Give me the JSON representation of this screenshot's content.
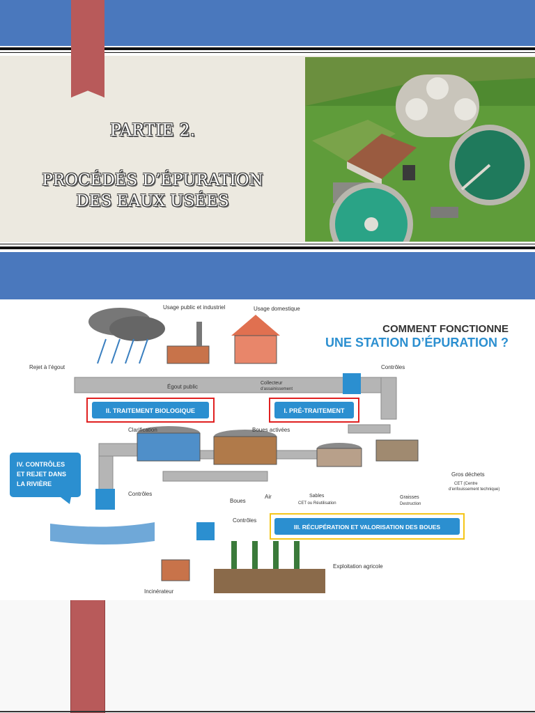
{
  "title": {
    "part": "PARTIE 2.",
    "line1": "PROCÉDÉS D’ÉPURATION",
    "line2": "DES EAUX USÉES"
  },
  "infographic": {
    "heading_line1": "COMMENT FONCTIONNE",
    "heading_line2": "UNE STATION D’ÉPURATION ?",
    "labels": {
      "usage_public": "Usage public et industriel",
      "usage_domestique": "Usage domestique",
      "rejet_egout": "Rejet à l’égout",
      "egout_public": "Égout public",
      "collecteur": "Collecteur",
      "collecteur_sub": "d’assainissement",
      "controles_top": "Contrôles",
      "clarification": "Clarification",
      "boues_activees": "Boues activées",
      "gros_dechets": "Gros déchets",
      "cet1": "CET (Centre",
      "cet2": "d’enfouissement technique)",
      "controles_left": "Contrôles",
      "boues": "Boues",
      "air": "Air",
      "sables": "Sables",
      "sables_sub": "CET ou Réutilisation",
      "graisses": "Graisses",
      "graisses_sub": "Destruction",
      "controles_bottom": "Contrôles",
      "exploitation": "Exploitation agricole",
      "incinerateur": "Incinérateur"
    },
    "boxes": {
      "biologique": "II. TRAITEMENT BIOLOGIQUE",
      "pretraitement": "I. PRÉ-TRAITEMENT",
      "recuperation": "III. RÉCUPÉRATION ET VALORISATION DES BOUES",
      "controles_line1": "IV. CONTRÔLES",
      "controles_line2": "ET REJET DANS",
      "controles_line3": "LA RIVIÈRE"
    }
  },
  "colors": {
    "band": "#4a78bd",
    "ribbon": "#b85a5a",
    "cream": "#ece9e0",
    "callout_blue": "#2b8fd0",
    "highlight_red": "#e02020",
    "highlight_yellow": "#f5c518",
    "pipe": "#b5b5b5"
  }
}
